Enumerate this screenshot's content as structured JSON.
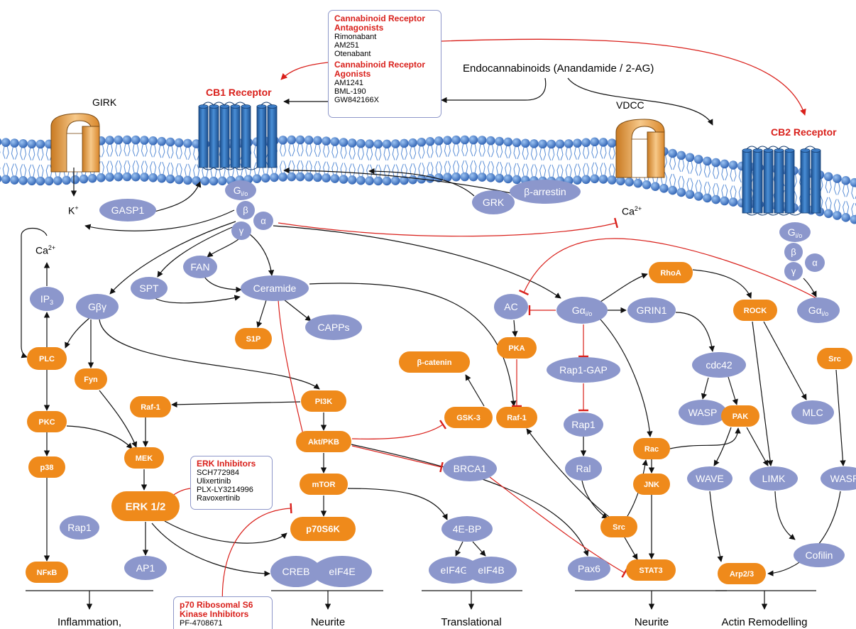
{
  "colors": {
    "blue_node": "#8c97cc",
    "orange_node": "#ef8a1b",
    "inhibition": "#d9201b",
    "receptor": "#2e6db3",
    "membrane": "#3e73c4"
  },
  "labels": {
    "girk": "GIRK",
    "cb1": "CB1 Receptor",
    "vdcc": "VDCC",
    "cb2": "CB2 Receptor",
    "endocannabinoids": "Endocannabinoids (Anandamide / 2-AG)",
    "k_ion": "K",
    "k_sup": "+",
    "ca_right": "Ca",
    "ca_right_sup": "2+",
    "ca_left": "Ca",
    "ca_left_sup": "2+"
  },
  "antagonist_box": {
    "antagonists_title": "Cannabinoid Receptor Antagonists",
    "antagonists": [
      "Rimonabant",
      "AM251",
      "Otenabant"
    ],
    "agonists_title": "Cannabinoid Receptor Agonists",
    "agonists": [
      "AM1241",
      "BML-190",
      "GW842166X"
    ]
  },
  "erk_box": {
    "title": "ERK Inhibitors",
    "items": [
      "SCH772984",
      "Ulixertinib",
      "PLX-LY3214996",
      "Ravoxertinib"
    ]
  },
  "p70_box": {
    "title": "p70 Ribosomal S6 Kinase Inhibitors",
    "items": [
      "PF-4708671"
    ]
  },
  "nodes": [
    {
      "id": "gasp1",
      "text": "GASP1",
      "kind": "blue"
    },
    {
      "id": "g_io",
      "text": "G",
      "sub": "i/o",
      "kind": "blue"
    },
    {
      "id": "beta",
      "text": "β",
      "kind": "blue"
    },
    {
      "id": "alpha",
      "text": "α",
      "kind": "blue"
    },
    {
      "id": "gamma",
      "text": "γ",
      "kind": "blue"
    },
    {
      "id": "grk",
      "text": "GRK",
      "kind": "blue"
    },
    {
      "id": "barrestin",
      "text": "β-arrestin",
      "kind": "blue"
    },
    {
      "id": "g_io2",
      "text": "G",
      "sub": "i/o",
      "kind": "blue"
    },
    {
      "id": "beta2",
      "text": "β",
      "kind": "blue"
    },
    {
      "id": "alpha2",
      "text": "α",
      "kind": "blue"
    },
    {
      "id": "gamma2",
      "text": "γ",
      "kind": "blue"
    },
    {
      "id": "ip3",
      "text": "IP",
      "sub": "3",
      "kind": "blue"
    },
    {
      "id": "plc",
      "text": "PLC",
      "kind": "orange"
    },
    {
      "id": "gbg",
      "text": "Gβγ",
      "kind": "blue"
    },
    {
      "id": "fan",
      "text": "FAN",
      "kind": "blue"
    },
    {
      "id": "spt",
      "text": "SPT",
      "kind": "blue"
    },
    {
      "id": "ceramide",
      "text": "Ceramide",
      "kind": "blue"
    },
    {
      "id": "s1p",
      "text": "S1P",
      "kind": "orange"
    },
    {
      "id": "capps",
      "text": "CAPPs",
      "kind": "blue"
    },
    {
      "id": "fyn",
      "text": "Fyn",
      "kind": "orange"
    },
    {
      "id": "raf1l",
      "text": "Raf-1",
      "kind": "orange"
    },
    {
      "id": "pkc",
      "text": "PKC",
      "kind": "orange"
    },
    {
      "id": "mek",
      "text": "MEK",
      "kind": "orange"
    },
    {
      "id": "pi3k",
      "text": "PI3K",
      "kind": "orange"
    },
    {
      "id": "akt",
      "text": "Akt/PKB",
      "kind": "orange"
    },
    {
      "id": "mtor",
      "text": "mTOR",
      "kind": "orange"
    },
    {
      "id": "p70",
      "text": "p70S6K",
      "kind": "orange"
    },
    {
      "id": "p38",
      "text": "p38",
      "kind": "orange"
    },
    {
      "id": "nfkb",
      "text": "NFκB",
      "kind": "orange"
    },
    {
      "id": "rap1l",
      "text": "Rap1",
      "kind": "blue"
    },
    {
      "id": "erk",
      "text": "ERK 1/2",
      "kind": "orange"
    },
    {
      "id": "ap1",
      "text": "AP1",
      "kind": "blue"
    },
    {
      "id": "creb",
      "text": "CREB",
      "kind": "blue"
    },
    {
      "id": "eif4e",
      "text": "eIF4E",
      "kind": "blue"
    },
    {
      "id": "4ebp",
      "text": "4E-BP",
      "kind": "blue"
    },
    {
      "id": "eif4g",
      "text": "eIF4G",
      "kind": "blue"
    },
    {
      "id": "eif4b",
      "text": "eIF4B",
      "kind": "blue"
    },
    {
      "id": "bcat",
      "text": "β-catenin",
      "kind": "orange"
    },
    {
      "id": "gsk3",
      "text": "GSK-3",
      "kind": "orange"
    },
    {
      "id": "raf1r",
      "text": "Raf-1",
      "kind": "orange"
    },
    {
      "id": "brca1",
      "text": "BRCA1",
      "kind": "blue"
    },
    {
      "id": "ac",
      "text": "AC",
      "kind": "blue"
    },
    {
      "id": "pka",
      "text": "PKA",
      "kind": "orange"
    },
    {
      "id": "ga_io",
      "text": "Gα",
      "sub": "i/o",
      "kind": "blue"
    },
    {
      "id": "grin1",
      "text": "GRIN1",
      "kind": "blue"
    },
    {
      "id": "rap1gap",
      "text": "Rap1-GAP",
      "kind": "blue"
    },
    {
      "id": "rap1r",
      "text": "Rap1",
      "kind": "blue"
    },
    {
      "id": "ral",
      "text": "Ral",
      "kind": "blue"
    },
    {
      "id": "srcm",
      "text": "Src",
      "kind": "orange"
    },
    {
      "id": "pax6",
      "text": "Pax6",
      "kind": "blue"
    },
    {
      "id": "rac",
      "text": "Rac",
      "kind": "orange"
    },
    {
      "id": "jnk",
      "text": "JNK",
      "kind": "orange"
    },
    {
      "id": "stat3",
      "text": "STAT3",
      "kind": "orange"
    },
    {
      "id": "rhoa",
      "text": "RhoA",
      "kind": "orange"
    },
    {
      "id": "cdc42",
      "text": "cdc42",
      "kind": "blue"
    },
    {
      "id": "waspm",
      "text": "WASP",
      "kind": "blue"
    },
    {
      "id": "pak",
      "text": "PAK",
      "kind": "orange"
    },
    {
      "id": "rock",
      "text": "ROCK",
      "kind": "orange"
    },
    {
      "id": "ga_io2",
      "text": "Gα",
      "sub": "i/o",
      "kind": "blue"
    },
    {
      "id": "srcr",
      "text": "Src",
      "kind": "orange"
    },
    {
      "id": "mlc",
      "text": "MLC",
      "kind": "blue"
    },
    {
      "id": "wave",
      "text": "WAVE",
      "kind": "blue"
    },
    {
      "id": "limk",
      "text": "LIMK",
      "kind": "blue"
    },
    {
      "id": "waspr",
      "text": "WASP",
      "kind": "blue"
    },
    {
      "id": "cofilin",
      "text": "Cofilin",
      "kind": "blue"
    },
    {
      "id": "arp23",
      "text": "Arp2/3",
      "kind": "orange"
    }
  ],
  "outcomes": [
    "Inflammation,",
    "Neurite",
    "Translational",
    "Neurite",
    "Actin Remodelling"
  ]
}
